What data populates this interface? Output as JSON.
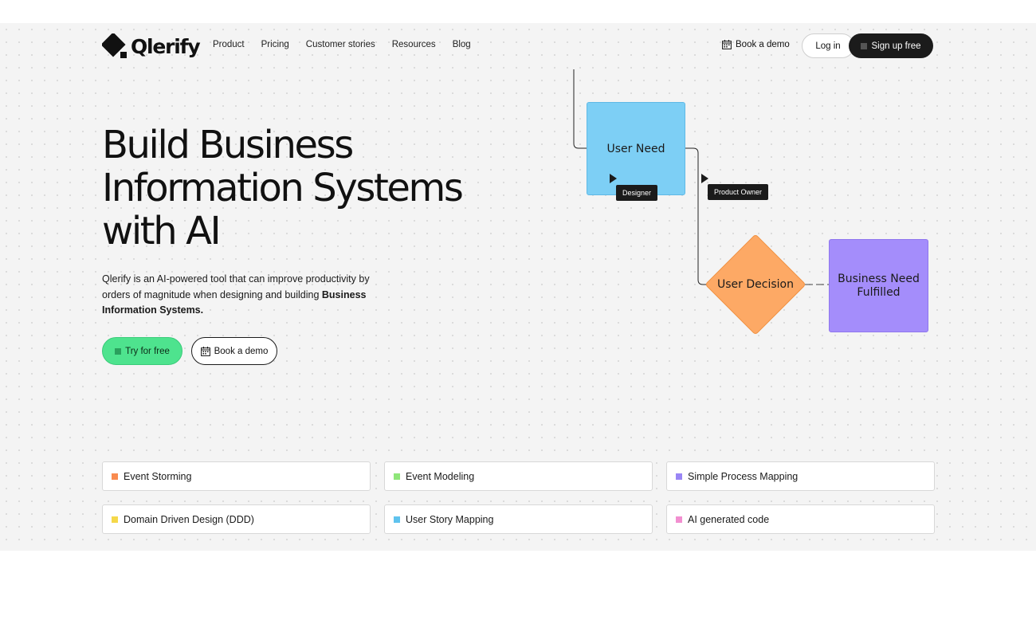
{
  "brand": {
    "name": "Qlerify"
  },
  "nav": {
    "links": [
      "Product",
      "Pricing",
      "Customer stories",
      "Resources",
      "Blog"
    ],
    "book_demo": "Book a demo",
    "login": "Log in",
    "signup": "Sign up free"
  },
  "hero": {
    "title_lines": [
      "Build Business",
      "Information Systems",
      "with AI"
    ],
    "description_plain": "Qlerify is an AI-powered tool that can improve productivity by orders of magnitude when designing and building ",
    "description_bold": "Business Information Systems.",
    "try_button": "Try for free",
    "demo_button": "Book a demo"
  },
  "diagram": {
    "nodes": {
      "user_need": "User Need",
      "user_decision": "User Decision",
      "business_need": "Business Need Fulfilled"
    },
    "cursors": {
      "designer": "Designer",
      "product_owner": "Product Owner"
    }
  },
  "methods": [
    {
      "label": "Event Storming",
      "color": "#f98b4f"
    },
    {
      "label": "Event Modeling",
      "color": "#8fe67a"
    },
    {
      "label": "Simple Process Mapping",
      "color": "#9a86f5"
    },
    {
      "label": "Domain Driven Design (DDD)",
      "color": "#f5d84a"
    },
    {
      "label": "User Story Mapping",
      "color": "#5fc3ee"
    },
    {
      "label": "AI generated code",
      "color": "#f28fd0"
    }
  ],
  "colors": {
    "try_green": "#4ee38e",
    "signup_dark": "#1b1b1b",
    "user_need_blue": "#7dcff5",
    "decision_orange": "#fda965",
    "business_purple": "#a48dfb"
  }
}
